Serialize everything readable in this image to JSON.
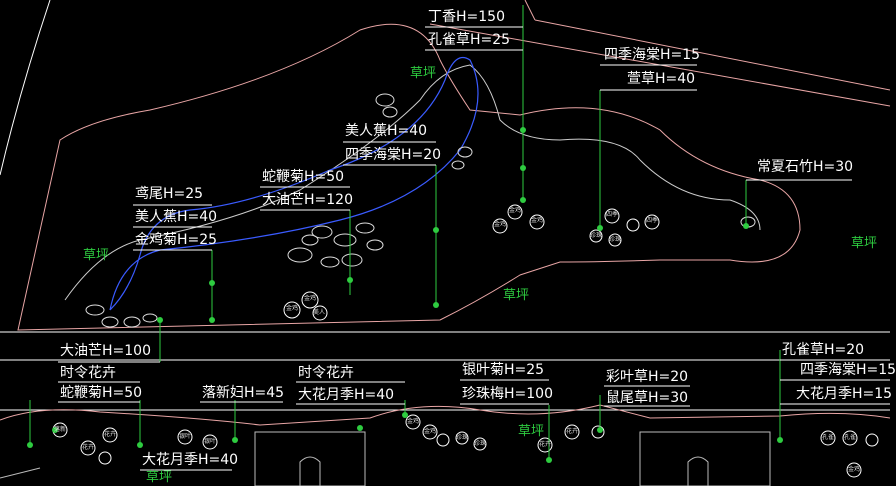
{
  "colors": {
    "background": "#000000",
    "linework": "#ffffff",
    "boundary": "#e8a5a5",
    "water_edge": "#3a5bff",
    "leader": "#2ecc40",
    "grass_text": "#2ecc40",
    "label_text": "#ffffff"
  },
  "labels": {
    "dingxiang": "丁香H=150",
    "kongquecao_top": "孔雀草H=25",
    "sijihaitang_top": "四季海棠H=15",
    "xuancao": "萱草H=40",
    "meirenjiao_mid": "美人蕉H=40",
    "sijihaitang_mid": "四季海棠H=20",
    "changxiashizhu": "常夏石竹H=30",
    "shemuju_mid": "蛇鞭菊H=50",
    "dayoumang_mid": "大油芒H=120",
    "yuanwei": "鸢尾H=25",
    "meirenjiao_left": "美人蕉H=40",
    "jinjiju": "金鸡菊H=25",
    "dayoumang_bottom": "大油芒H=100",
    "shilinghuahui_left": "时令花卉",
    "shemuju_bottom": "蛇鞭菊H=50",
    "luoxinfu": "落新妇H=45",
    "shilinghuahui_mid": "时令花卉",
    "dahuayueji_mid": "大花月季H=40",
    "yinyeju": "银叶菊H=25",
    "zhenzhumei": "珍珠梅H=100",
    "caiyecao": "彩叶草H=20",
    "shuweicao": "鼠尾草H=30",
    "kongquecao_right": "孔雀草H=20",
    "sijihaitang_right": "四季海棠H=15",
    "dahuayueji_right": "大花月季H=15",
    "dahuayueji_bottom": "大花月季H=40"
  },
  "grass": {
    "g1": "草坪",
    "g2": "草坪",
    "g3": "草坪",
    "g4": "草坪",
    "g5": "草坪",
    "g6": "草坪"
  },
  "plant_tags": {
    "jinji": "金鸡",
    "meiren": "美人",
    "sijihaitang": "四季",
    "zhenzhu": "珍珠",
    "luoxin": "落新",
    "yinye": "银叶",
    "xiaohua": "花卉",
    "kongque": "孔雀"
  }
}
